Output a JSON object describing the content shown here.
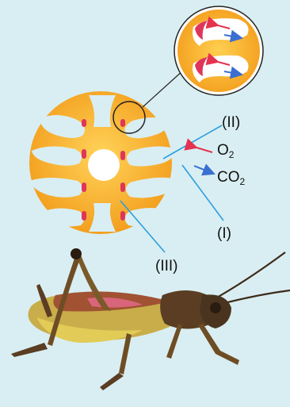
{
  "labels": {
    "label_II": "(II)",
    "label_I": "(I)",
    "label_III": "(III)",
    "o2": "O",
    "o2_sub": "2",
    "co2": "CO",
    "co2_sub": "2"
  },
  "colors": {
    "background": "#d9eef2",
    "organ_orange": "#f6a21c",
    "organ_highlight": "#ffd35a",
    "capillary_pink": "#e0355a",
    "pointer_blue": "#2b9fe0",
    "arrow_red": "#e5324e",
    "arrow_blue": "#3a6fd1"
  },
  "icons": {
    "organ": "gill-cross-section",
    "zoom": "magnifier-circle",
    "animal": "grasshopper"
  }
}
